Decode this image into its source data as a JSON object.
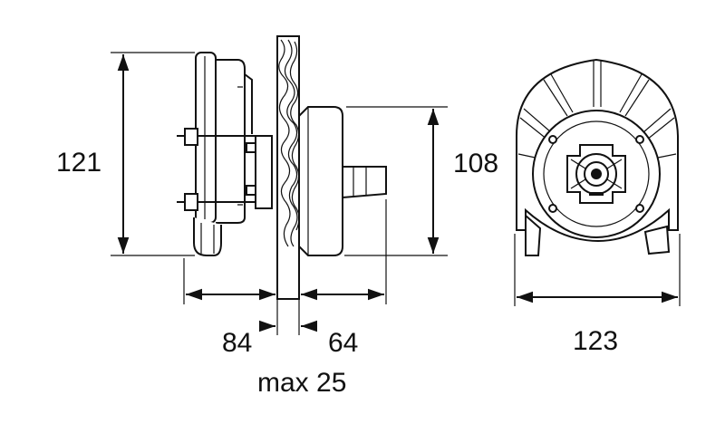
{
  "dimensions": {
    "height_left": "121",
    "height_right": "108",
    "depth_front": "84",
    "depth_rear": "64",
    "wall_thickness": "max 25",
    "width_end_view": "123"
  },
  "colors": {
    "line": "#111111",
    "background": "#ffffff"
  },
  "icons": {
    "arrow": "arrowhead"
  }
}
